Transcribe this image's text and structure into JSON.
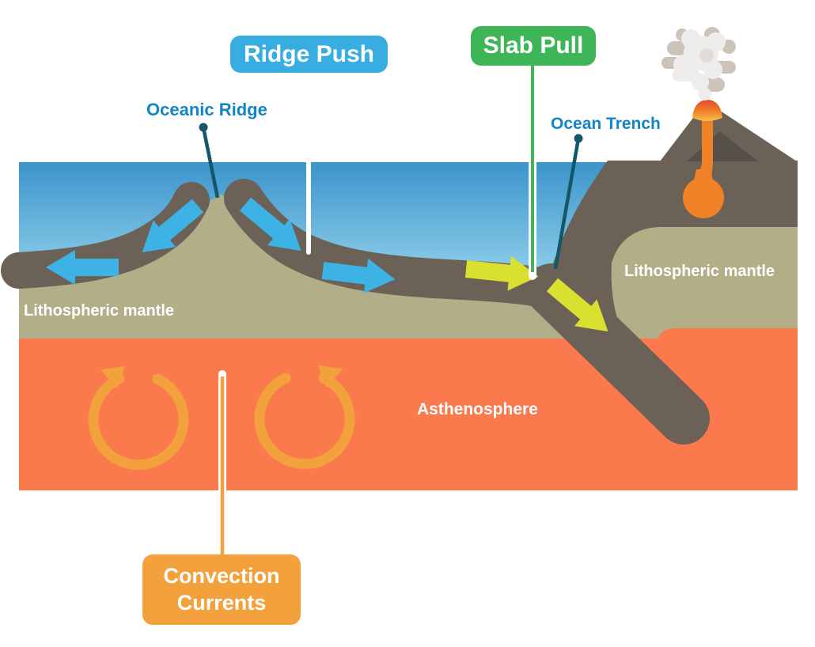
{
  "title": "Plate tectonics driving forces diagram",
  "labels": {
    "ridge_push": "Ridge Push",
    "slab_pull": "Slab Pull",
    "convection_currents": "Convection Currents",
    "oceanic_ridge": "Oceanic Ridge",
    "ocean_trench": "Ocean Trench",
    "lithospheric_mantle_left": "Lithospheric mantle",
    "lithospheric_mantle_right": "Lithospheric mantle",
    "asthenosphere": "Asthenosphere"
  },
  "colors": {
    "ocean_top": "#3b94cb",
    "ocean_bottom": "#c9ecf7",
    "crust": "#6b6156",
    "lithospheric_mantle": "#b1ae88",
    "asthenosphere": "#fa7a4e",
    "ridge_push_bg": "#38ade2",
    "slab_pull_bg": "#3eb556",
    "convection_bg": "#f2a13c",
    "convection_arrow": "#f2a13c",
    "plate_arrow_blue": "#3cb3e4",
    "slab_arrow_yellow": "#d9e02f",
    "label_text_blue": "#1385c6",
    "pointer_line_teal": "#15566b",
    "lava_orange": "#f08127",
    "volcano_inner_dark": "#56504b",
    "smoke_light": "#efedeb",
    "smoke_dark": "#ccc3bb"
  },
  "diagram": {
    "icons": [
      "volcano-icon",
      "smoke-cloud-icon",
      "lava-flow-icon",
      "divergent-plate-arrows-blue",
      "subducting-slab-arrows-yellow",
      "convection-cell-left-counterclockwise",
      "convection-cell-right-clockwise"
    ],
    "arrows": {
      "blue_plate_motion": [
        "left along plate",
        "down-left off ridge",
        "down-right off ridge",
        "right along plate"
      ],
      "yellow_slab_motion": [
        "right toward trench",
        "down-right into mantle"
      ],
      "convection": [
        "counterclockwise loop",
        "clockwise loop"
      ]
    }
  }
}
